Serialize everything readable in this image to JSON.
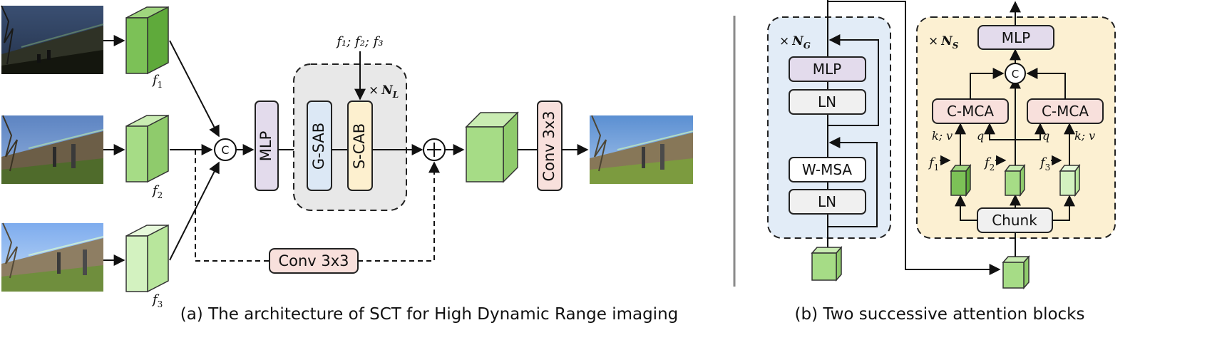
{
  "panel_a": {
    "caption": "(a) The architecture of SCT for High Dynamic Range imaging",
    "features": {
      "f1": "f",
      "f1_sub": "1",
      "f2": "f",
      "f2_sub": "2",
      "f3": "f",
      "f3_sub": "3"
    },
    "concat_symbol": "C",
    "mlp_label": "MLP",
    "gsab_label": "G-SAB",
    "scab_label": "S-CAB",
    "repeat_times": "×",
    "repeat_var": "N",
    "repeat_sub": "L",
    "scab_input_label": "f₁; f₂; f₃",
    "skip_conv_label": "Conv 3x3",
    "out_conv_label": "Conv 3x3",
    "images": [
      {
        "name": "input-image-1",
        "colors": {
          "sky": "#31425e",
          "wall": "#2c2f24",
          "ground": "#15170f"
        }
      },
      {
        "name": "input-image-2",
        "colors": {
          "sky": "#6d8fc4",
          "wall": "#6b5e48",
          "ground": "#4f6a2a"
        }
      },
      {
        "name": "input-image-3",
        "colors": {
          "sky": "#8fb8ef",
          "wall": "#8d7d62",
          "ground": "#6d8c3c"
        }
      },
      {
        "name": "output-image",
        "colors": {
          "sky": "#6a9ad6",
          "wall": "#867659",
          "ground": "#7c9a3e"
        }
      }
    ]
  },
  "panel_b": {
    "caption": "(b) Two successive attention blocks",
    "g_block": {
      "repeat_times": "×",
      "repeat_var": "N",
      "repeat_sub": "G",
      "mlp_label": "MLP",
      "ln1_label": "LN",
      "wmsa_label": "W-MSA",
      "ln2_label": "LN"
    },
    "s_block": {
      "repeat_times": "×",
      "repeat_var": "N",
      "repeat_sub": "S",
      "mlp_label": "MLP",
      "concat_symbol": "C",
      "cmca_left_label": "C-MCA",
      "cmca_right_label": "C-MCA",
      "chunk_label": "Chunk",
      "kv_label": "k; v",
      "q_label": "q",
      "f1": "f",
      "f1_sub": "1",
      "f2": "f",
      "f2_sub": "2",
      "f3": "f",
      "f3_sub": "3"
    }
  },
  "colors": {
    "mlp_fill": "#e3dbec",
    "gsab_fill": "#dce8f5",
    "scab_fill": "#fdf0cf",
    "conv_fill": "#f8e0dc",
    "cmca_fill": "#f8e0dc",
    "ln_fill": "#f0f0f0",
    "g_panel_bg": "#e2ecf7",
    "s_panel_bg": "#fcf0d2",
    "nl_panel_bg": "#e8e8e8",
    "cube_dark": "#7cc157",
    "cube_mid": "#a6dc86",
    "cube_light": "#d3f2c0"
  }
}
